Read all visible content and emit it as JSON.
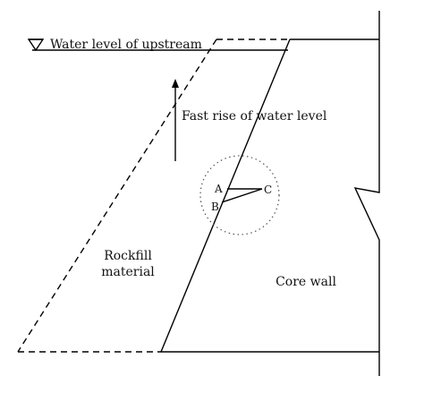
{
  "labels": {
    "water_level": "Water level of upstream",
    "fast_rise": "Fast rise of water level",
    "rockfill_line1": "Rockfill",
    "rockfill_line2": "material",
    "core_wall": "Core wall",
    "point_a": "A",
    "point_b": "B",
    "point_c": "C"
  },
  "colors": {
    "line": "#000000",
    "dotted_circle": "#555555",
    "text": "#111111"
  },
  "icons": {
    "water_level_symbol": "inverted-triangle-icon",
    "rise_arrow": "up-arrow-icon"
  }
}
